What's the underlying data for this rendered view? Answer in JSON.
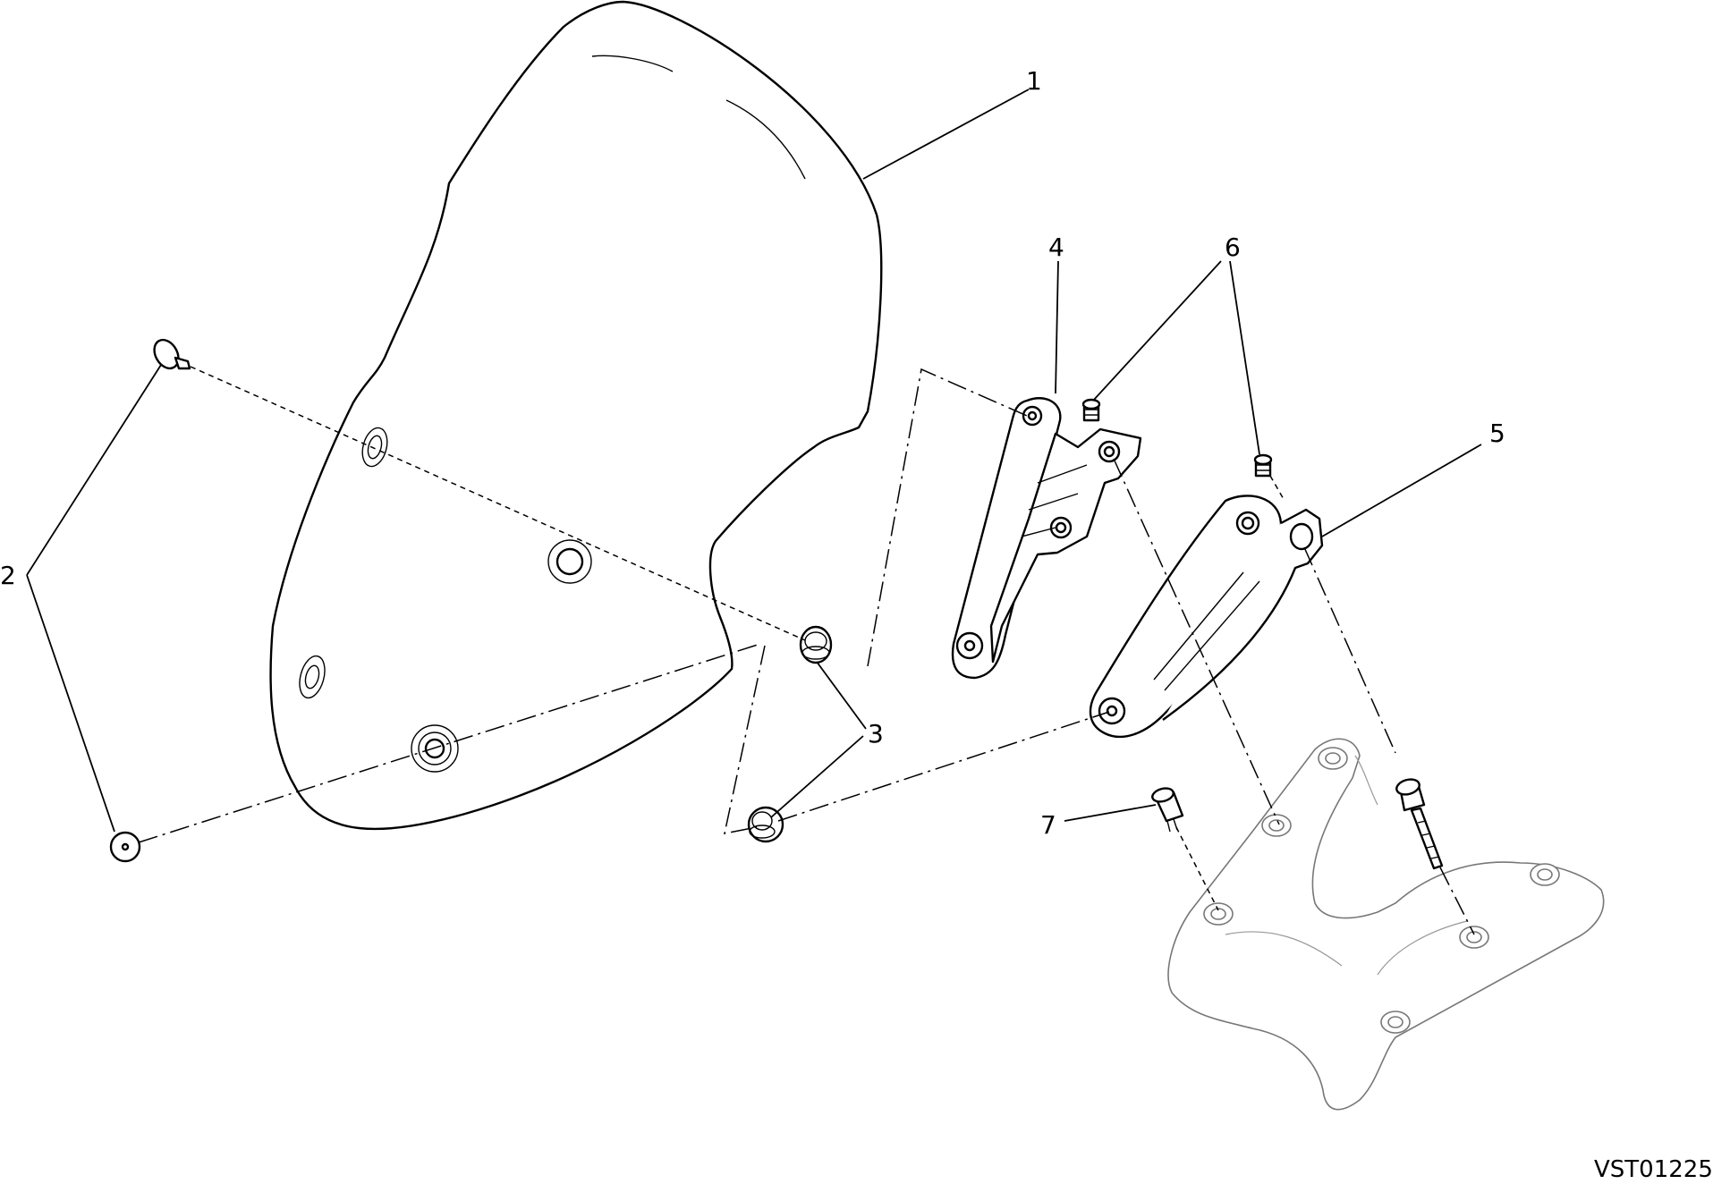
{
  "drawing_id": "VST01225",
  "callouts": [
    {
      "id": "1",
      "label": "1"
    },
    {
      "id": "2",
      "label": "2"
    },
    {
      "id": "3",
      "label": "3"
    },
    {
      "id": "4",
      "label": "4"
    },
    {
      "id": "5",
      "label": "5"
    },
    {
      "id": "6",
      "label": "6"
    },
    {
      "id": "7",
      "label": "7"
    }
  ]
}
